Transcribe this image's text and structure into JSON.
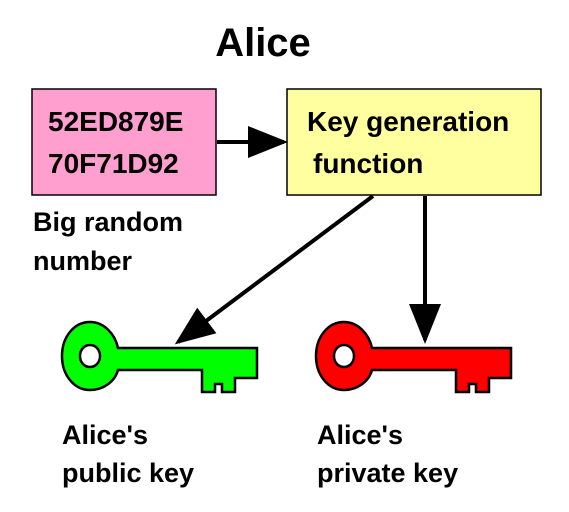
{
  "title": "Alice",
  "random_box": {
    "lines": [
      "52ED879E",
      "70F71D92"
    ],
    "fill": "#ff9fcf"
  },
  "random_label": [
    "Big random",
    "number"
  ],
  "keygen_box": {
    "lines": [
      "Key generation",
      "function"
    ],
    "fill": "#ffff9f"
  },
  "public_key": {
    "label": [
      "Alice's",
      "public key"
    ],
    "color": "#00ff00",
    "icon": "key-icon"
  },
  "private_key": {
    "label": [
      "Alice's",
      "private key"
    ],
    "color": "#ff0000",
    "icon": "key-icon"
  }
}
